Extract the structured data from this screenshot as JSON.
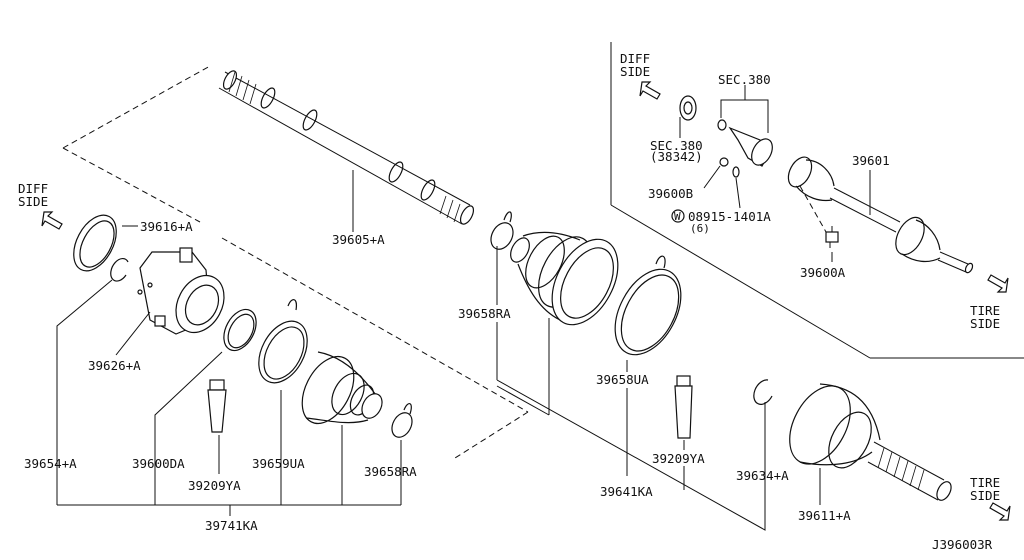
{
  "labels": {
    "diff_side_left": [
      "DIFF",
      "SIDE"
    ],
    "diff_side_inset": [
      "DIFF",
      "SIDE"
    ],
    "tire_side_inset": [
      "TIRE",
      "SIDE"
    ],
    "tire_side_bottom": [
      "TIRE",
      "SIDE"
    ],
    "p39616": "39616+A",
    "p39605": "39605+A",
    "p39626": "39626+A",
    "p39654": "39654+A",
    "p39600DA": "39600DA",
    "p39209YA_left": "39209YA",
    "p39659UA": "39659UA",
    "p39658RA_lower": "39658RA",
    "p39741KA": "39741KA",
    "p39658RA_upper": "39658RA",
    "p39658UA": "39658UA",
    "p39209YA_right": "39209YA",
    "p39641KA": "39641KA",
    "p39634": "39634+A",
    "p39611": "39611+A",
    "sec380_top": "SEC.380",
    "sec380_seal": [
      "SEC.380",
      "(38342)"
    ],
    "p39600B": "39600B",
    "p08915_code": "08915-1401A",
    "p08915_qty": "(6)",
    "washer_symbol": "W",
    "p39601": "39601",
    "p39600A": "39600A",
    "diagram_id": "J396003R"
  }
}
